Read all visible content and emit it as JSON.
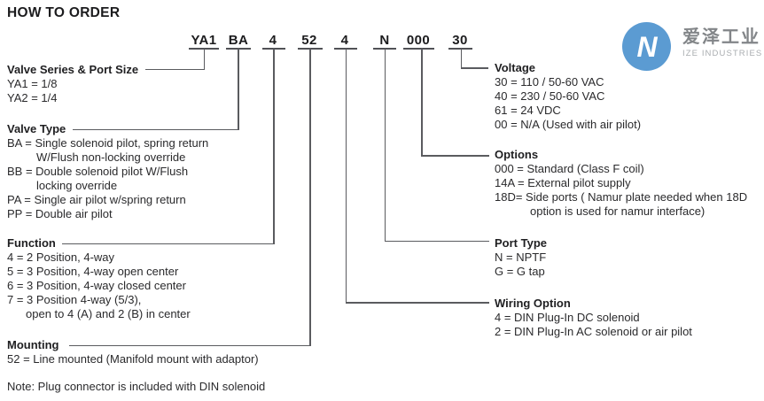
{
  "page": {
    "title": "HOW TO ORDER"
  },
  "logo": {
    "brand_cn": "爱泽工业",
    "brand_en": "IZE INDUSTRIES",
    "icon_letter": "N",
    "circle_color": "#5b9bd2"
  },
  "part_number": {
    "segments": [
      {
        "code": "YA1",
        "field": "Valve Series & Port Size"
      },
      {
        "code": "BA",
        "field": "Valve Type"
      },
      {
        "code": "4",
        "field": "Function"
      },
      {
        "code": "52",
        "field": "Mounting"
      },
      {
        "code": "4",
        "field": "Wiring Option"
      },
      {
        "code": "N",
        "field": "Port Type"
      },
      {
        "code": "000",
        "field": "Options"
      },
      {
        "code": "30",
        "field": "Voltage"
      }
    ]
  },
  "sections": {
    "valve_series": {
      "title": "Valve Series & Port Size",
      "lines": [
        "YA1 = 1/8",
        "YA2 = 1/4"
      ]
    },
    "valve_type": {
      "title": "Valve Type",
      "lines": [
        "BA = Single solenoid pilot, spring return",
        "W/Flush non-locking override",
        "BB = Double solenoid pilot W/Flush",
        "locking override",
        "PA = Single air pilot w/spring return",
        "PP = Double air pilot"
      ]
    },
    "function": {
      "title": "Function",
      "lines": [
        "4 = 2 Position, 4-way",
        "5 = 3 Position, 4-way open center",
        "6 = 3 Position, 4-way closed center",
        "7 = 3 Position 4-way (5/3),",
        "open to 4 (A) and 2 (B) in center"
      ]
    },
    "mounting": {
      "title": "Mounting",
      "lines": [
        "52 = Line mounted (Manifold mount with adaptor)"
      ]
    },
    "voltage": {
      "title": "Voltage",
      "lines": [
        "30 = 110 / 50-60 VAC",
        "40 = 230 / 50-60 VAC",
        "61 = 24 VDC",
        "00 = N/A (Used with air pilot)"
      ]
    },
    "options": {
      "title": "Options",
      "lines": [
        "000 = Standard (Class F coil)",
        "14A = External pilot supply",
        "18D= Side ports ( Namur plate needed when 18D",
        "option is used for namur interface)"
      ]
    },
    "port_type": {
      "title": "Port Type",
      "lines": [
        "N = NPTF",
        "G = G tap"
      ]
    },
    "wiring_option": {
      "title": "Wiring Option",
      "lines": [
        "4 = DIN Plug-In DC solenoid",
        "2 = DIN Plug-In AC solenoid or air pilot"
      ]
    }
  },
  "note": "Note: Plug connector is included with DIN solenoid",
  "colors": {
    "line": "#5a5b5f",
    "text": "#2a2a2c",
    "logo_blue": "#5b9bd2",
    "brand_gray": "#828588"
  }
}
